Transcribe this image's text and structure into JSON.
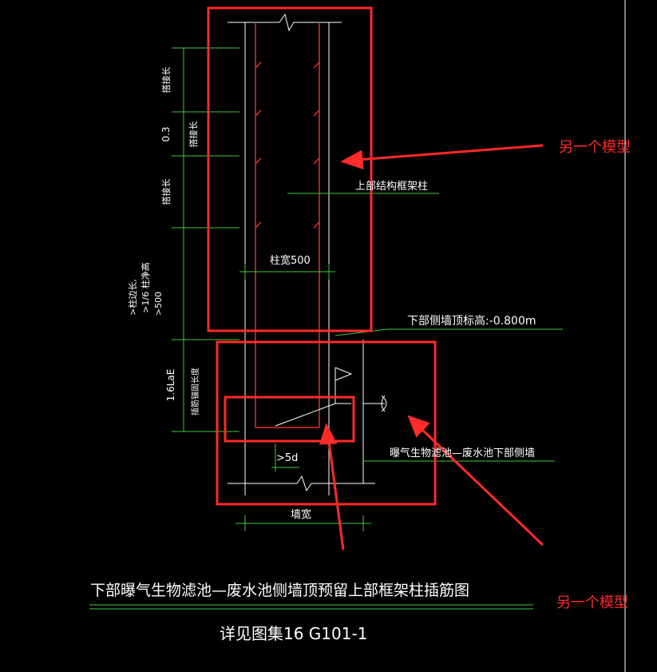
{
  "colors": {
    "background": "#000000",
    "green": "#3ec83e",
    "white": "#ffffff",
    "red": "#ff2a2a",
    "rebar_red": "#e03030"
  },
  "annotations": {
    "upper_note": "另一个模型",
    "lower_note": "另一个模型"
  },
  "drawing": {
    "dim_lap_1": "搭接长",
    "dim_gap": "0.3",
    "dim_lap_2": "搭接长",
    "dim_lap_3": "搭接长",
    "dim_lower_1": ">柱边长,",
    "dim_lower_2": ">1/6 柱净高",
    "dim_lower_3": ">500",
    "dim_anchor": "1.6LaE",
    "dim_anchor_sub": "插筋锚固长度",
    "label_upper_column": "上部结构框架柱",
    "label_column_width": "柱宽500",
    "label_wall_top": "下部侧墙顶标高:-0.800m",
    "label_lower_wall": "曝气生物滤池—废水池下部侧墙",
    "label_5d": ">5d",
    "label_wall_width": "墙宽",
    "title": "下部曝气生物滤池—废水池侧墙顶预留上部框架柱插筋图",
    "subtitle": "详见图集16 G101-1"
  }
}
